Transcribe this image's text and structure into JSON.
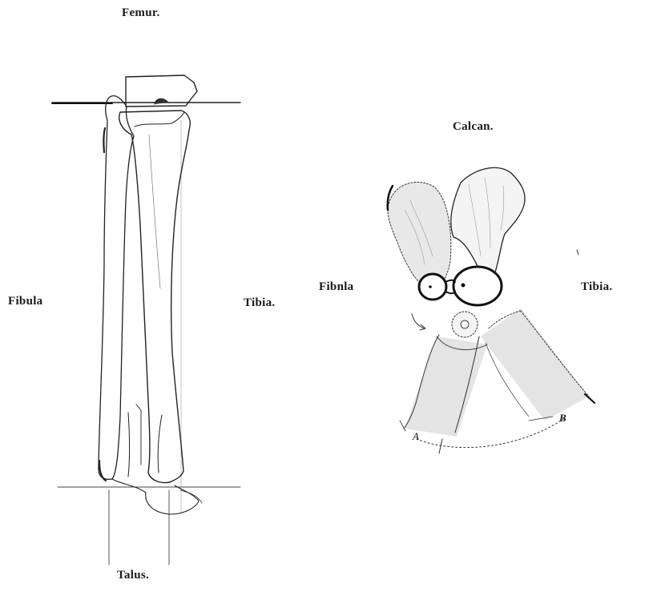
{
  "labels": {
    "femur": "Femur.",
    "fibula_left": "Fibula",
    "tibia_left": "Tibia.",
    "talus": "Talus.",
    "calcan": "Calcan.",
    "fibula_right": "Fibnla",
    "tibia_right": "Tibia.",
    "mark_a": "A",
    "mark_b": "B"
  }
}
